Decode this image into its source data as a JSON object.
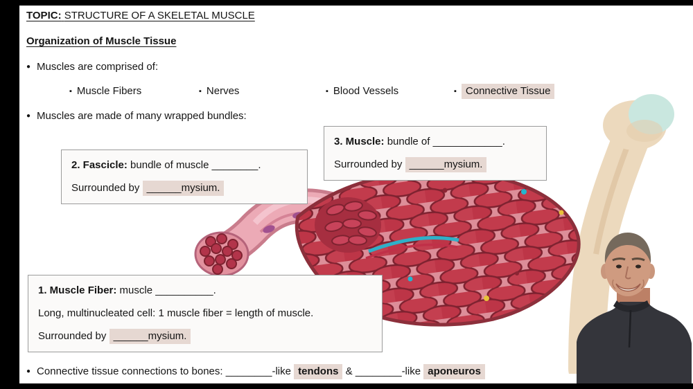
{
  "colors": {
    "highlight_bg": "#e6d8d2",
    "box_border": "#9b9b9b",
    "box_bg": "#fbfaf9",
    "muscle_red": "#c23b4c",
    "muscle_outline": "#7e2230",
    "bone_beige": "#ecd9bd",
    "bone_cartilage_teal": "#c9e7df",
    "letterbox_black": "#000000"
  },
  "header": {
    "topic_label": "TOPIC:",
    "topic_title": "STRUCTURE OF A SKELETAL MUSCLE",
    "subtitle": "Organization of Muscle Tissue"
  },
  "intro": {
    "comprised_text": "Muscles are comprised of:",
    "components": [
      {
        "label": "Muscle Fibers"
      },
      {
        "label": "Nerves"
      },
      {
        "label": "Blood Vessels"
      },
      {
        "label": "Connective Tissue"
      }
    ],
    "bundles_text": "Muscles are made of many wrapped bundles:"
  },
  "boxes": {
    "muscle": {
      "title": "3. Muscle:",
      "line1_rest": " bundle of ____________.",
      "line2_prefix": "Surrounded by ",
      "line2_highlight": "______mysium."
    },
    "fascicle": {
      "title": "2. Fascicle:",
      "line1_rest": " bundle of muscle ________.",
      "line2_prefix": "Surrounded by ",
      "line2_highlight": "______mysium."
    },
    "muscle_fiber": {
      "title": "1. Muscle Fiber:",
      "line1_rest": " muscle __________.",
      "line2": "Long, multinucleated cell: 1 muscle fiber = length of muscle.",
      "line3_prefix": "Surrounded by ",
      "line3_highlight": "______mysium."
    }
  },
  "footer": {
    "prefix": "Connective tissue connections to bones: ",
    "blank1": "________-like ",
    "tendon_label": "tendons",
    "conjunction": " & ",
    "blank2": "________-like ",
    "aponeurosis_label": "aponeuros"
  }
}
